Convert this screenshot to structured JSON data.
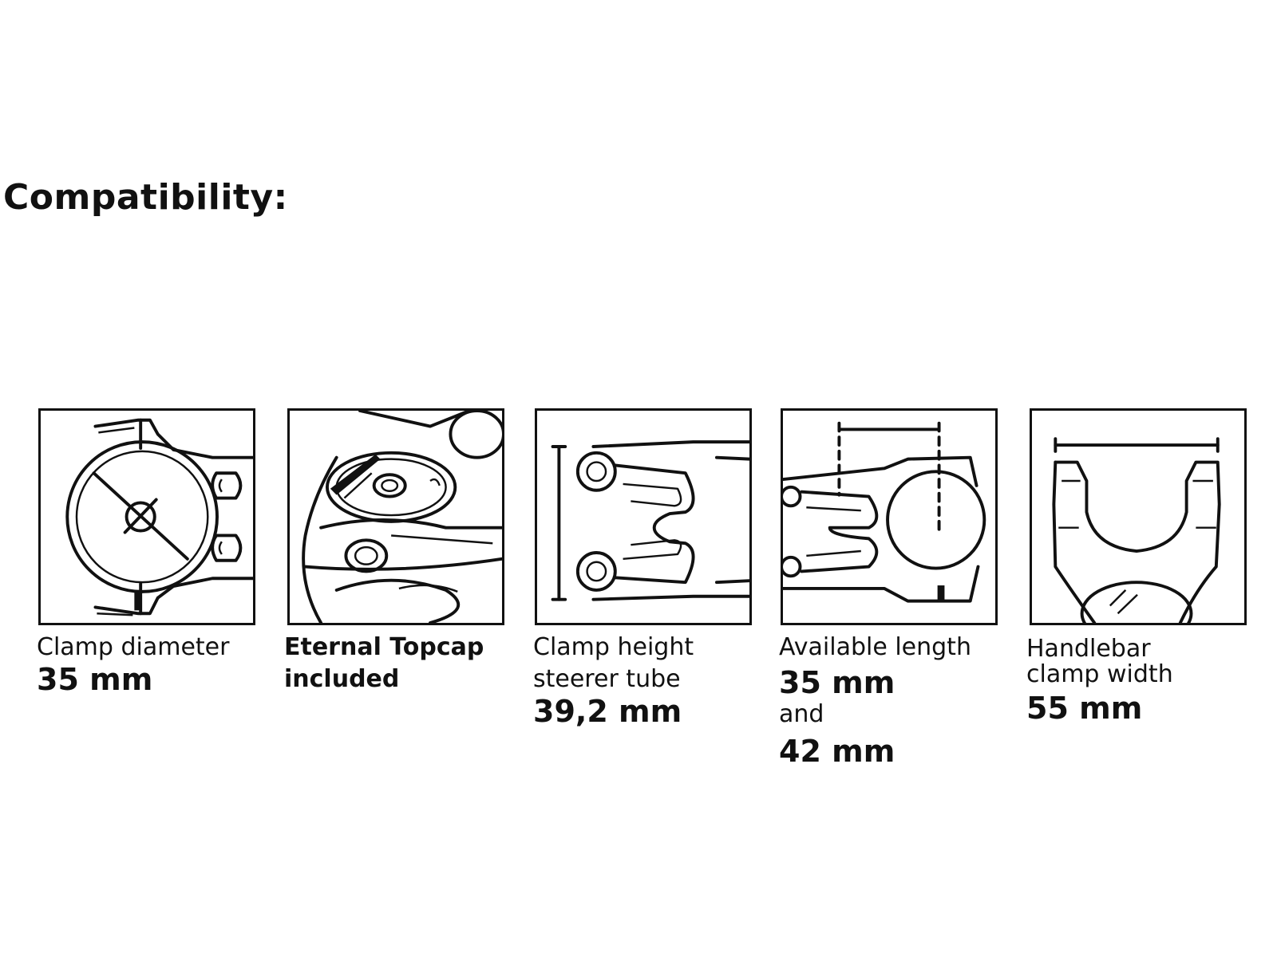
{
  "title": "Compatibility:",
  "items": [
    {
      "label": "Clamp diameter",
      "value": "35 mm"
    },
    {
      "label_bold_1": "Eternal Topcap",
      "label_bold_2": "included"
    },
    {
      "label_1": "Clamp height",
      "label_2": "steerer tube",
      "value": "39,2 mm"
    },
    {
      "label": "Available length",
      "value_1": "35 mm",
      "connector": "and",
      "value_2": "42 mm"
    },
    {
      "label_1": "Handlebar",
      "label_2": "clamp width",
      "value": "55 mm"
    }
  ]
}
